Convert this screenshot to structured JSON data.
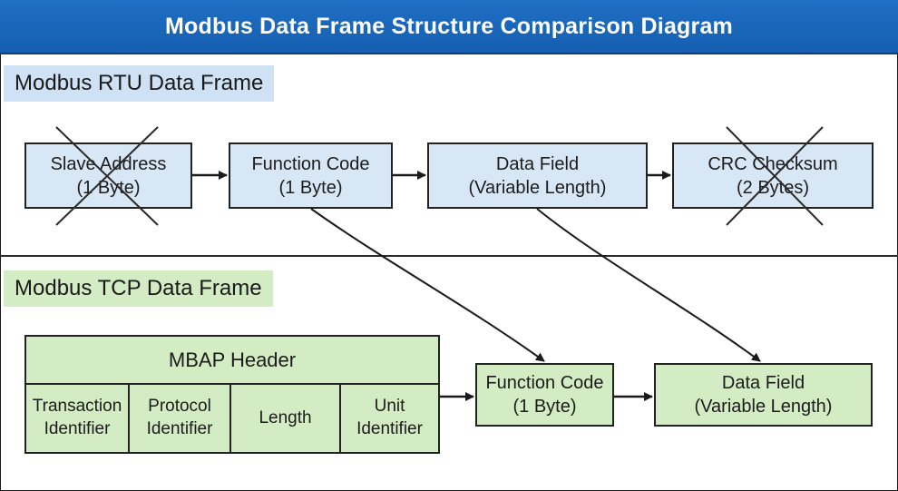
{
  "title": "Modbus Data Frame Structure Comparison Diagram",
  "rtu": {
    "label": "Modbus RTU Data Frame",
    "boxes": [
      {
        "line1": "Slave Address",
        "line2": "(1 Byte)",
        "crossed": true
      },
      {
        "line1": "Function Code",
        "line2": "(1 Byte)",
        "crossed": false
      },
      {
        "line1": "Data Field",
        "line2": "(Variable Length)",
        "crossed": false
      },
      {
        "line1": "CRC Checksum",
        "line2": "(2 Bytes)",
        "crossed": true
      }
    ]
  },
  "tcp": {
    "label": "Modbus TCP Data Frame",
    "mbap": {
      "title": "MBAP Header",
      "fields": [
        {
          "line1": "Transaction",
          "line2": "Identifier"
        },
        {
          "line1": "Protocol",
          "line2": "Identifier"
        },
        {
          "line1": "Length",
          "line2": ""
        },
        {
          "line1": "Unit",
          "line2": "Identifier"
        }
      ]
    },
    "boxes": [
      {
        "line1": "Function Code",
        "line2": "(1 Byte)"
      },
      {
        "line1": "Data Field",
        "line2": "(Variable Length)"
      }
    ]
  },
  "colors": {
    "title_bar": "#1f6fc4",
    "rtu_fill": "#d8e7f6",
    "tcp_fill": "#d3ecc3",
    "stroke": "#222222"
  }
}
